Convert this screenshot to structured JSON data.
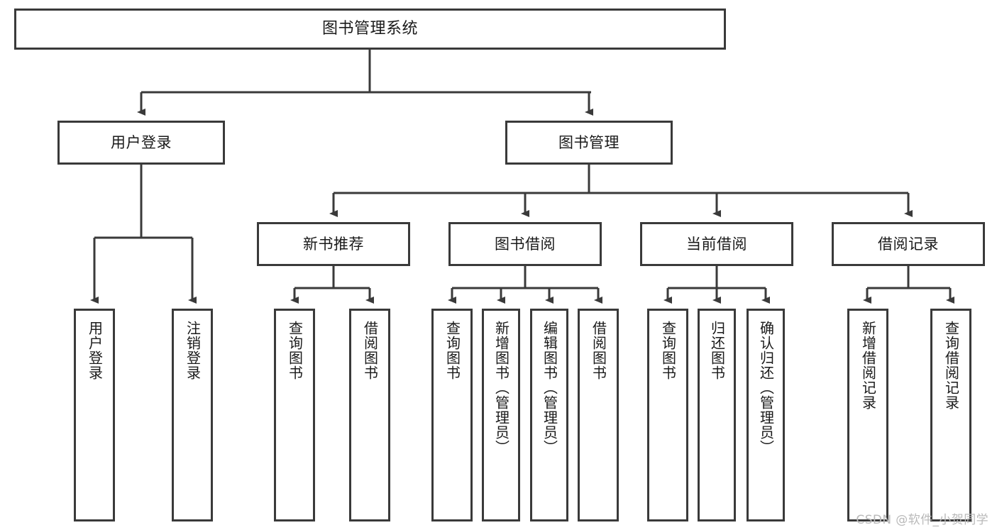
{
  "diagram": {
    "type": "tree",
    "title": "图书管理系统",
    "root": {
      "label": "图书管理系统"
    },
    "level2": [
      {
        "label": "用户登录"
      },
      {
        "label": "图书管理"
      }
    ],
    "level3": [
      {
        "label": "新书推荐"
      },
      {
        "label": "图书借阅"
      },
      {
        "label": "当前借阅"
      },
      {
        "label": "借阅记录"
      }
    ],
    "leaves": {
      "user_login": [
        {
          "label": "用户登录"
        },
        {
          "label": "注销登录"
        }
      ],
      "new_book_recommend": [
        {
          "label": "查询图书"
        },
        {
          "label": "借阅图书"
        }
      ],
      "book_borrow": [
        {
          "label": "查询图书"
        },
        {
          "label": "新增图书（管理员）"
        },
        {
          "label": "编辑图书（管理员）"
        },
        {
          "label": "借阅图书"
        }
      ],
      "current_borrow": [
        {
          "label": "查询图书"
        },
        {
          "label": "归还图书"
        },
        {
          "label": "确认归还（管理员）"
        }
      ],
      "borrow_record": [
        {
          "label": "新增借阅记录"
        },
        {
          "label": "查询借阅记录"
        }
      ]
    }
  },
  "watermark": {
    "text": "CSDN @软件_小贺同学"
  },
  "colors": {
    "stroke": "#3a3a3a",
    "background": "#ffffff",
    "text": "#1a1a1a",
    "watermark": "#b9b9b9"
  }
}
